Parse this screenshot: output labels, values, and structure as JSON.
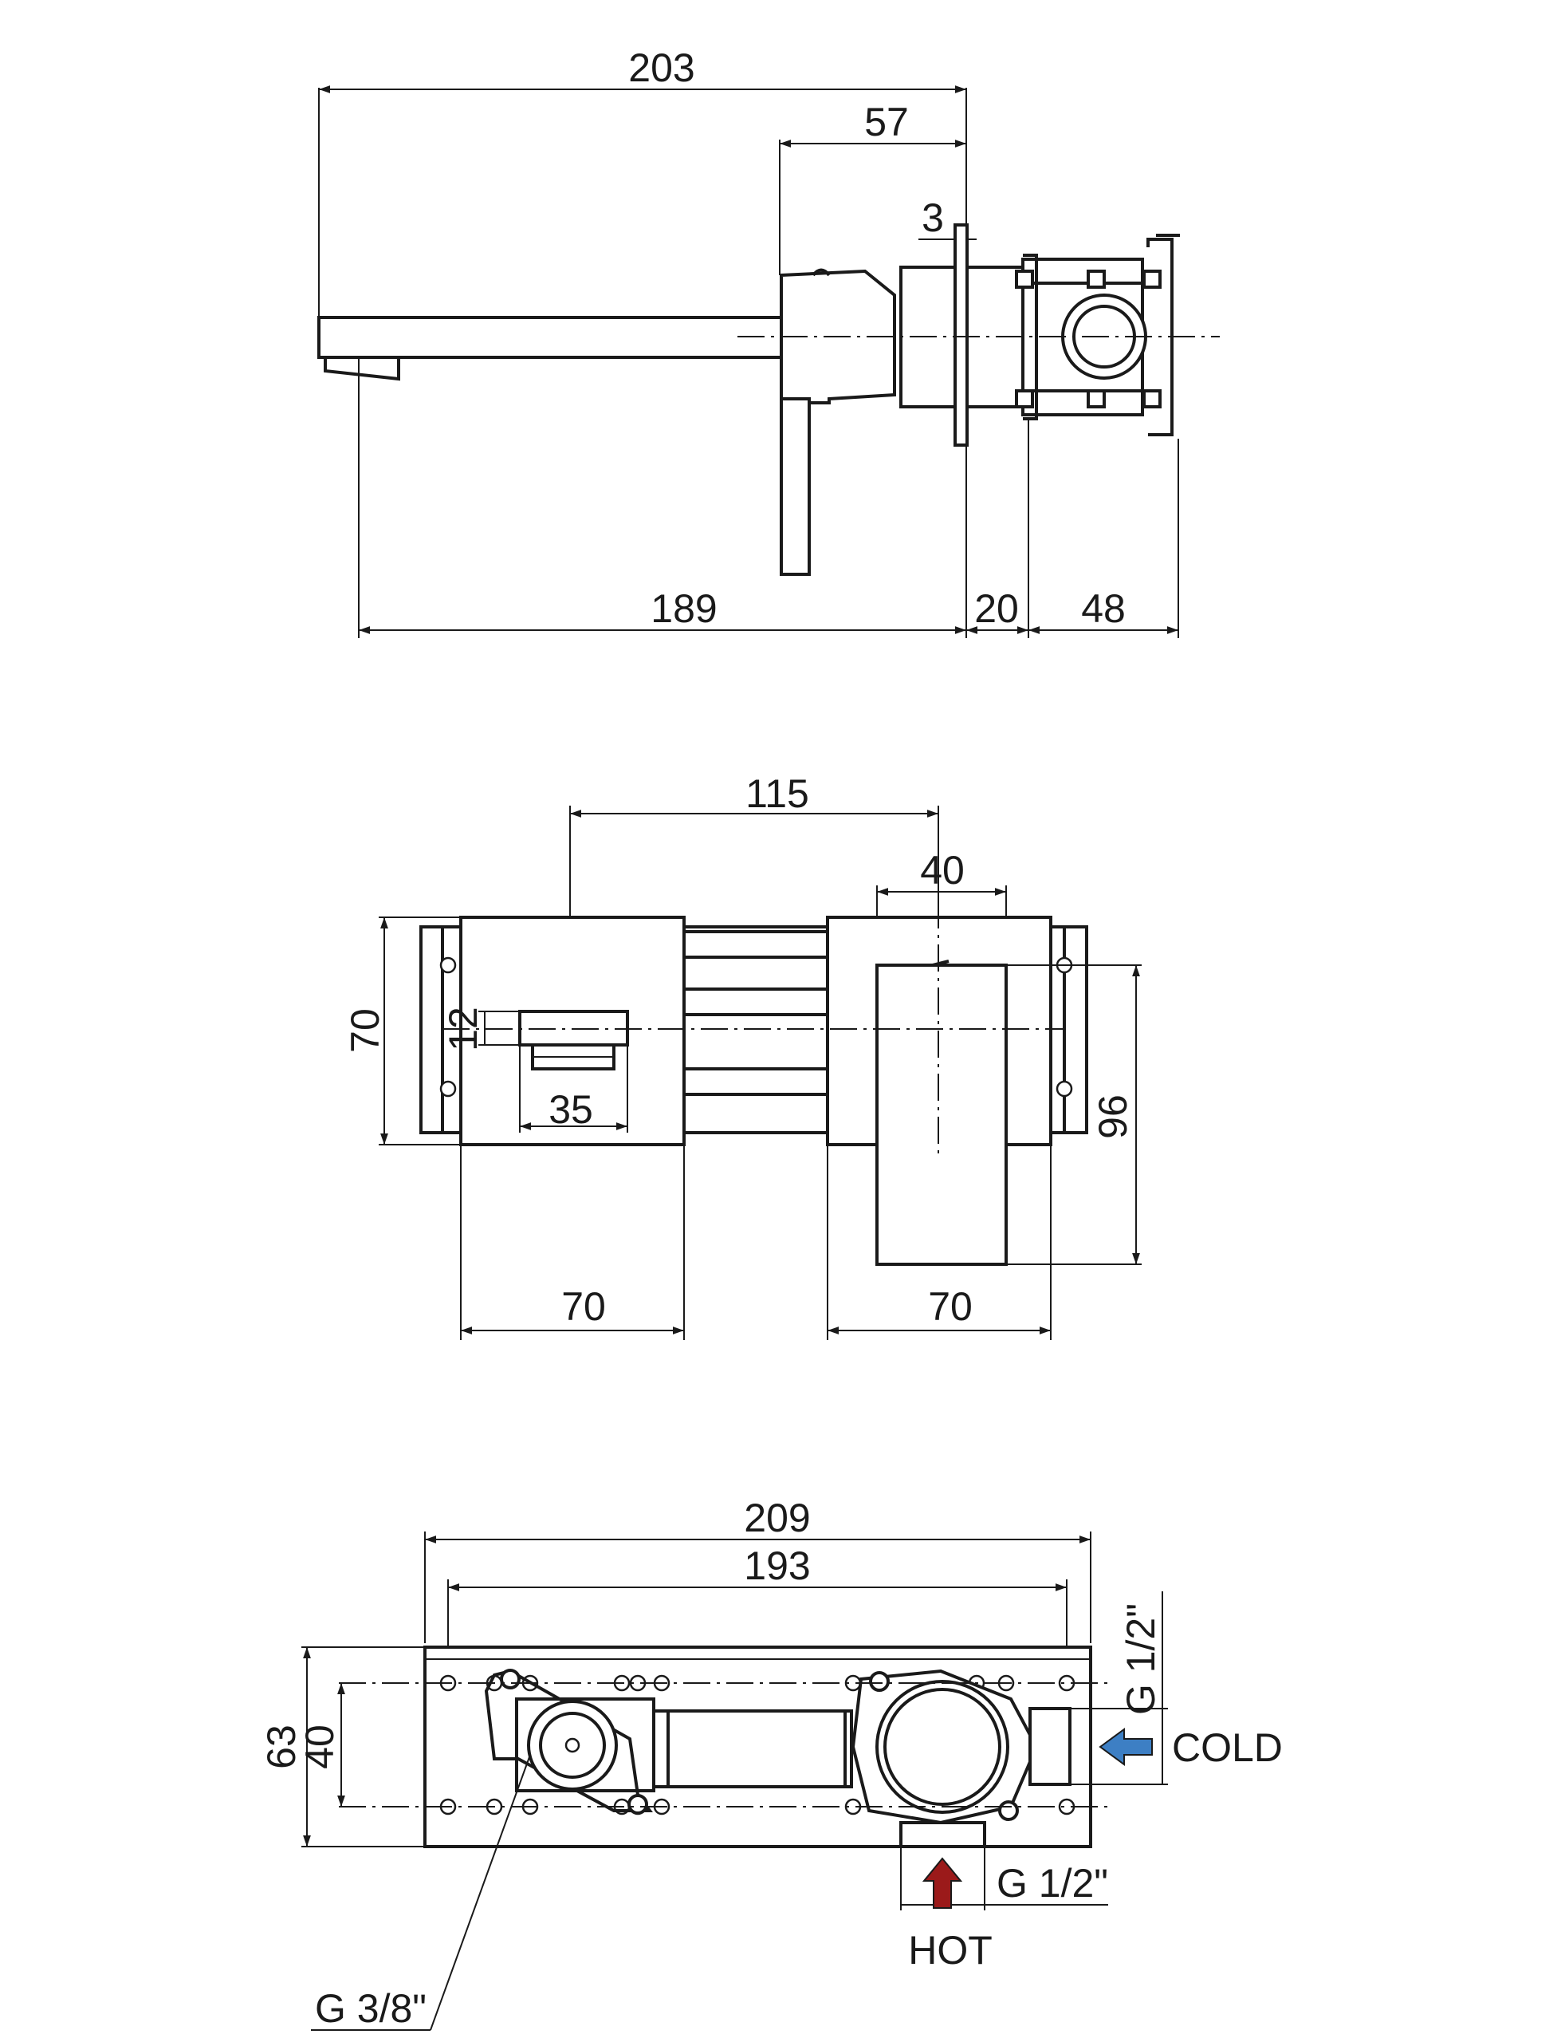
{
  "side_view": {
    "dims": {
      "overall": "203",
      "body_depth": "57",
      "plate": "3",
      "spout": "189",
      "wall": "20",
      "box": "48"
    }
  },
  "front_view": {
    "dims": {
      "centers": "115",
      "handle_w": "40",
      "plate_h": "70",
      "outlet_h": "12",
      "outlet_w": "35",
      "handle_h": "96",
      "left_plate_w": "70",
      "right_plate_w": "70"
    }
  },
  "top_view": {
    "dims": {
      "overall": "209",
      "holes": "193",
      "depth": "63",
      "hole_depth": "40"
    },
    "labels": {
      "outlet_thread": "G 3/8\"",
      "cold_thread": "G 1/2\"",
      "hot_thread": "G 1/2\"",
      "cold": "COLD",
      "hot": "HOT"
    },
    "colors": {
      "cold_arrow": "#3d7fc4",
      "hot_arrow": "#9b1a1a"
    }
  }
}
